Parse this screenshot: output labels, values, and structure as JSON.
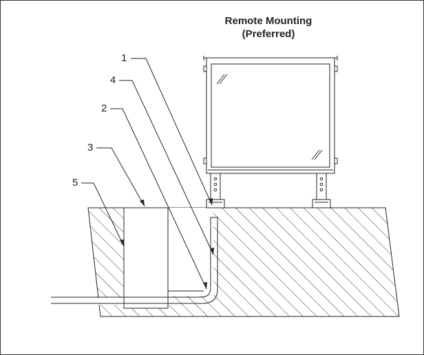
{
  "diagram": {
    "title_line1": "Remote Mounting",
    "title_line2": "(Preferred)",
    "callouts": [
      "1",
      "4",
      "2",
      "3",
      "5"
    ]
  },
  "colors": {
    "line": "#222222",
    "hatch": "#333333",
    "background": "#ffffff"
  }
}
